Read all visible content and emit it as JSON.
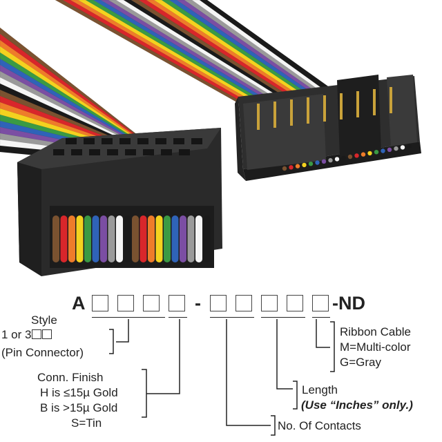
{
  "part_number": {
    "prefix": "A",
    "dash": "-",
    "suffix": "-ND"
  },
  "labels": {
    "style": {
      "title": "Style",
      "line1": "1 or 3",
      "line2": "(Pin Connector)"
    },
    "finish": {
      "title": "Conn. Finish",
      "h": "H is ≤15µ  Gold",
      "b": "B is >15µ  Gold",
      "s": "S=Tin"
    },
    "contacts": "No. Of Contacts",
    "length": {
      "title": "Length",
      "note": "(Use “Inches” only.)"
    },
    "ribbon": {
      "title": "Ribbon Cable",
      "m": "M=Multi-color",
      "g": "G=Gray"
    }
  },
  "colors": {
    "ribbon_sequence": [
      "#7a5230",
      "#d8262b",
      "#ee7c2a",
      "#f4d21f",
      "#3a9a44",
      "#2f63b8",
      "#7b4ea3",
      "#9a9a9a",
      "#f5f5f5",
      "#1a1a1a"
    ],
    "connector": "#2b2b2b",
    "text": "#222222"
  }
}
